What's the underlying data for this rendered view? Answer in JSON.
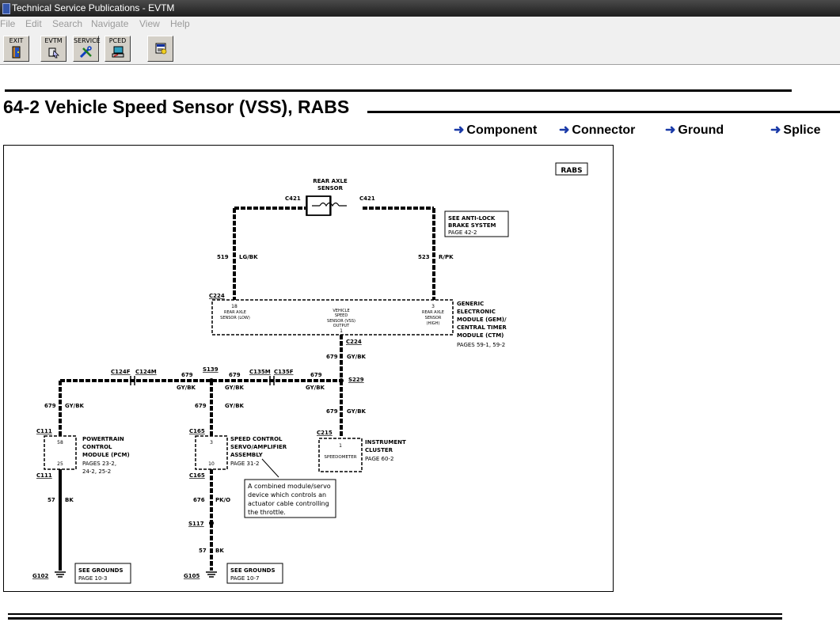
{
  "window": {
    "title": "Technical Service Publications - EVTM"
  },
  "menu": [
    "File",
    "Edit",
    "Search",
    "Navigate",
    "View",
    "Help"
  ],
  "toolbar": [
    {
      "label": "EXIT",
      "icon": "exit-door-icon"
    },
    {
      "label": "EVTM",
      "icon": "evtm-pointer-icon"
    },
    {
      "label": "SERVICE",
      "icon": "service-tools-icon"
    },
    {
      "label": "PCED",
      "icon": "pced-computer-icon"
    },
    {
      "label": "",
      "icon": "notes-document-icon"
    }
  ],
  "page": {
    "title": "64-2 Vehicle Speed Sensor (VSS), RABS"
  },
  "nav_links": [
    "Component",
    "Connector",
    "Ground",
    "Splice"
  ],
  "colors": {
    "nav_arrow": "#1a3aa8",
    "titlebar": "#2b2b2b"
  },
  "diagram": {
    "badge": "RABS",
    "sensor": {
      "name": [
        "REAR AXLE",
        "SENSOR"
      ],
      "conn_left": "C421",
      "conn_right": "C421"
    },
    "see_antilock": [
      "SEE ANTI-LOCK",
      "BRAKE SYSTEM",
      "PAGE 42-2"
    ],
    "wire_519": {
      "num": "519",
      "color": "LG/BK"
    },
    "wire_523": {
      "num": "523",
      "color": "R/PK"
    },
    "gem": {
      "connector": "C224",
      "pin_left": "18",
      "pin_mid": "1",
      "pin_right": "3",
      "label_left": [
        "REAR AXLE",
        "SENSOR (LOW)"
      ],
      "label_mid": [
        "VEHICLE",
        "SPEED",
        "SENSOR (VSS)",
        "OUTPUT"
      ],
      "label_right": [
        "REAR AXLE",
        "SENSOR",
        "(HIGH)"
      ],
      "name": [
        "GENERIC",
        "ELECTRONIC",
        "MODULE (GEM)/",
        "CENTRAL TIMER",
        "MODULE (CTM)"
      ],
      "pages": "PAGES 59-1, 59-2",
      "out_connector": "C224"
    },
    "wire_679_label": "679",
    "wire_679_color": "GY/BK",
    "splices": {
      "s139": "S139",
      "s229": "S229",
      "s117": "S117"
    },
    "inline": {
      "c124f": "C124F",
      "c124m": "C124M",
      "c135m": "C135M",
      "c135f": "C135F"
    },
    "pcm": {
      "conn_top": "C111",
      "conn_bottom": "C111",
      "pin_top": "58",
      "pin_bottom": "25",
      "name": [
        "POWERTRAIN",
        "CONTROL",
        "MODULE (PCM)"
      ],
      "pages": [
        "PAGES 23-2,",
        "24-2, 25-2"
      ]
    },
    "scs": {
      "conn_top": "C165",
      "conn_bottom": "C165",
      "pin_top": "3",
      "pin_bottom": "10",
      "name": [
        "SPEED  CONTROL",
        "SERVO/AMPLIFIER",
        "ASSEMBLY"
      ],
      "pages": "PAGE 31-2"
    },
    "cluster": {
      "conn": "C215",
      "pin": "1",
      "inner": "SPEEDOMETER",
      "name": [
        "INSTRUMENT",
        "CLUSTER"
      ],
      "pages": "PAGE 60-2"
    },
    "tooltip": [
      "A combined module/servo",
      "device which controls an",
      "actuator cable controlling",
      "the throttle."
    ],
    "wire_57": {
      "num": "57",
      "color": "BK"
    },
    "wire_676": {
      "num": "676",
      "color": "PK/O"
    },
    "ground_left": {
      "name": "G102",
      "see": [
        "SEE  GROUNDS",
        "PAGE 10-3"
      ]
    },
    "ground_mid": {
      "name": "G105",
      "see": [
        "SEE  GROUNDS",
        "PAGE 10-7"
      ]
    }
  }
}
